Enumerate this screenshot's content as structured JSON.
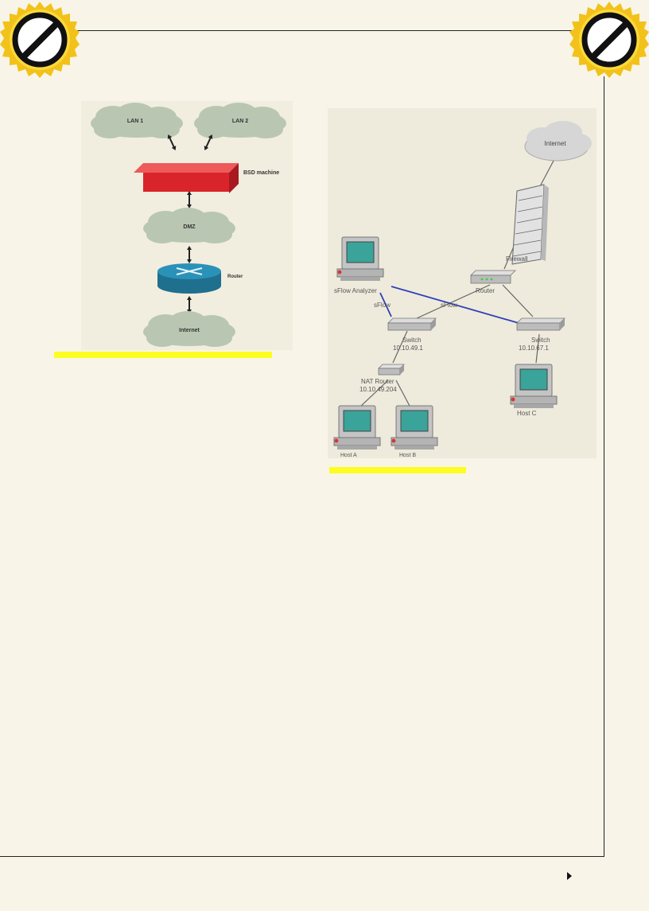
{
  "badges": {
    "left_icon": "no-entry-sign-icon",
    "right_icon": "no-entry-sign-icon",
    "ring_color": "#f2c21b"
  },
  "left_diagram": {
    "clouds": [
      {
        "label": "LAN 1"
      },
      {
        "label": "LAN 2"
      },
      {
        "label": "DMZ"
      },
      {
        "label": "Internet"
      }
    ],
    "firewall_label": "BSD machine",
    "router_label": "Router",
    "firewall_color": "#d9242b",
    "router_color": "#2a92b8"
  },
  "right_diagram": {
    "internet_label": "Internet",
    "firewall_label": "Firewall",
    "router_label": "Router",
    "analyzer_label": "sFlow Analyzer",
    "sflow_label_1": "sFlow",
    "sflow_label_2": "sFlow",
    "switch_left_label": "Switch",
    "switch_left_ip": "10.10.49.1",
    "switch_right_label": "Switch",
    "switch_right_ip": "10.10.67.1",
    "nat_label": "NAT Router",
    "nat_ip": "10.10.49.204",
    "host_a_label": "Host A",
    "host_b_label": "Host B",
    "host_c_label": "Host C",
    "sflow_link_color": "#3040b8"
  }
}
